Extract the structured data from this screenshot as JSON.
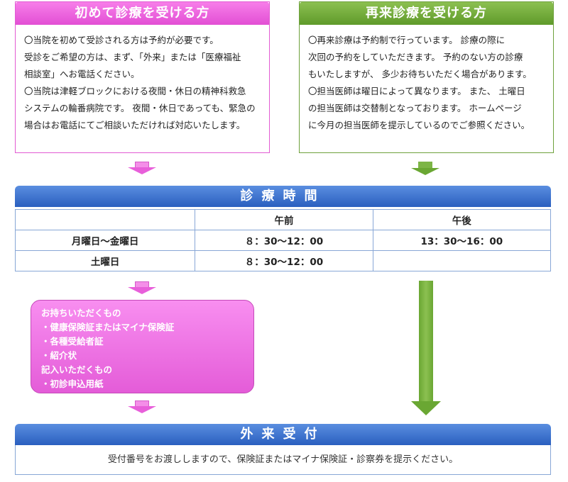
{
  "first_visit": {
    "title": "初めて診療を受ける方",
    "lines": [
      "〇当院を初めて受診される方は予約が必要です。",
      "受診をご希望の方は、まず、「外来」または「医療福祉",
      "相談室」へお電話ください。",
      "〇当院は津軽ブロックにおける夜間・休日の精神科救急",
      "システムの輪番病院です。 夜間・休日であっても、緊急の",
      "場合はお電話にてご相談いただければ対応いたします。"
    ]
  },
  "return_visit": {
    "title": "再来診療を受ける方",
    "lines": [
      "〇再来診療は予約制で行っています。 診療の際に",
      "次回の予約をしていただきます。 予約のない方の診療",
      "もいたしますが、 多少お待ちいただく場合があります。",
      "〇担当医師は曜日によって異なります。 また、 土曜日",
      "の担当医師は交替制となっております。 ホームページ",
      "に今月の担当医師を提示しているのでご参照ください。"
    ]
  },
  "hours": {
    "title": "診療時間",
    "columns": [
      "",
      "午前",
      "午後"
    ],
    "rows": [
      [
        "月曜日～金曜日",
        "８：30～12：00",
        "13：30～16：00"
      ],
      [
        "土曜日",
        "８：30～12：00",
        ""
      ]
    ]
  },
  "bring": {
    "lines": [
      "お持ちいただくもの",
      "・健康保険証またはマイナ保険証",
      "・各種受給者証",
      "・紹介状",
      "記入いただくもの",
      "・初診申込用紙"
    ]
  },
  "reception": {
    "title": "外来受付",
    "text": "受付番号をお渡ししますので、保険証またはマイナ保険証・診察券を提示ください。"
  },
  "colors": {
    "pink": "#e24fd4",
    "green": "#5f9a2a",
    "blue": "#2a5fbf"
  }
}
